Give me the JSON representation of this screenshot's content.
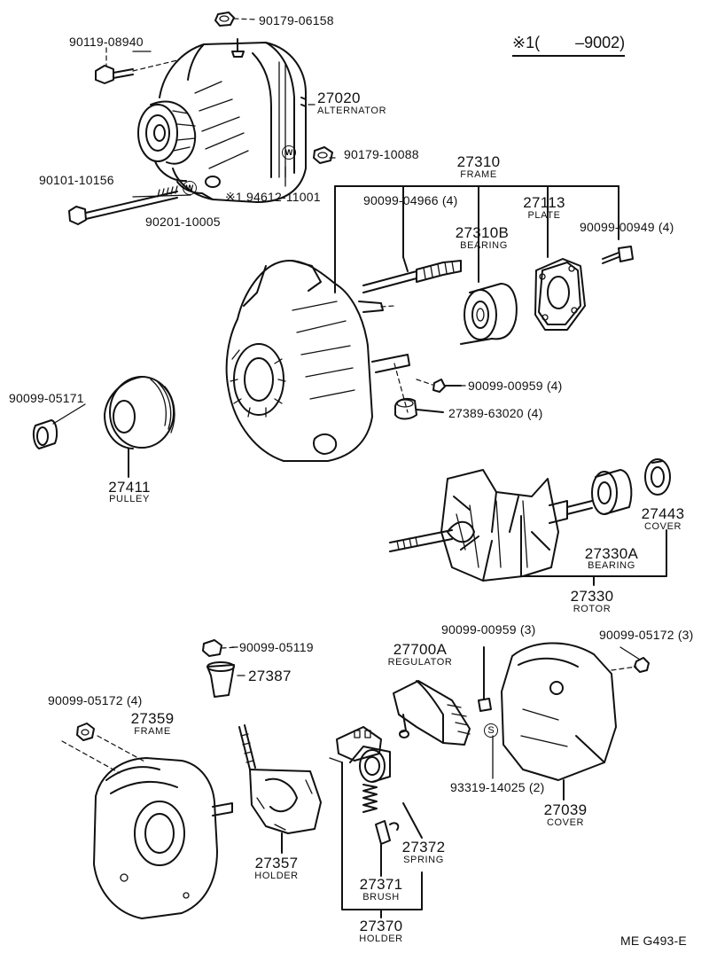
{
  "diagram": {
    "applicability": "※1(        –9002)",
    "footer_code": "ME  G493-E",
    "labels": {
      "p90179_06158": "90179-06158",
      "p90119_08940": "90119-08940",
      "p27020": "27020",
      "n27020": "ALTERNATOR",
      "p90179_10088": "90179-10088",
      "p90101_10156": "90101-10156",
      "p94612": "※1 94612-11001",
      "p90201_10005": "90201-10005",
      "p27310": "27310",
      "n27310": "FRAME",
      "p90099_04966": "90099-04966 (4)",
      "p27113": "27113",
      "n27113": "PLATE",
      "p27310B": "27310B",
      "n27310B": "BEARING",
      "p90099_00949": "90099-00949 (4)",
      "p90099_00959a": "90099-00959 (4)",
      "p27389": "27389-63020 (4)",
      "p90099_05171": "90099-05171",
      "p27411": "27411",
      "n27411": "PULLEY",
      "p27443": "27443",
      "n27443": "COVER",
      "p27330A": "27330A",
      "n27330A": "BEARING",
      "p27330": "27330",
      "n27330": "ROTOR",
      "p90099_05119": "90099-05119",
      "p27387": "27387",
      "p90099_05172a": "90099-05172 (4)",
      "p27359": "27359",
      "n27359": "FRAME",
      "p27357": "27357",
      "n27357": "HOLDER",
      "p90099_00959b": "90099-00959 (3)",
      "p27700A": "27700A",
      "n27700A": "REGULATOR",
      "p90099_05172b": "90099-05172 (3)",
      "p93319": "93319-14025 (2)",
      "p27039": "27039",
      "n27039": "COVER",
      "p27372": "27372",
      "n27372": "SPRING",
      "p27371": "27371",
      "n27371": "BRUSH",
      "p27370": "27370",
      "n27370": "HOLDER"
    },
    "washer_mark": "W",
    "seal_mark": "S"
  }
}
